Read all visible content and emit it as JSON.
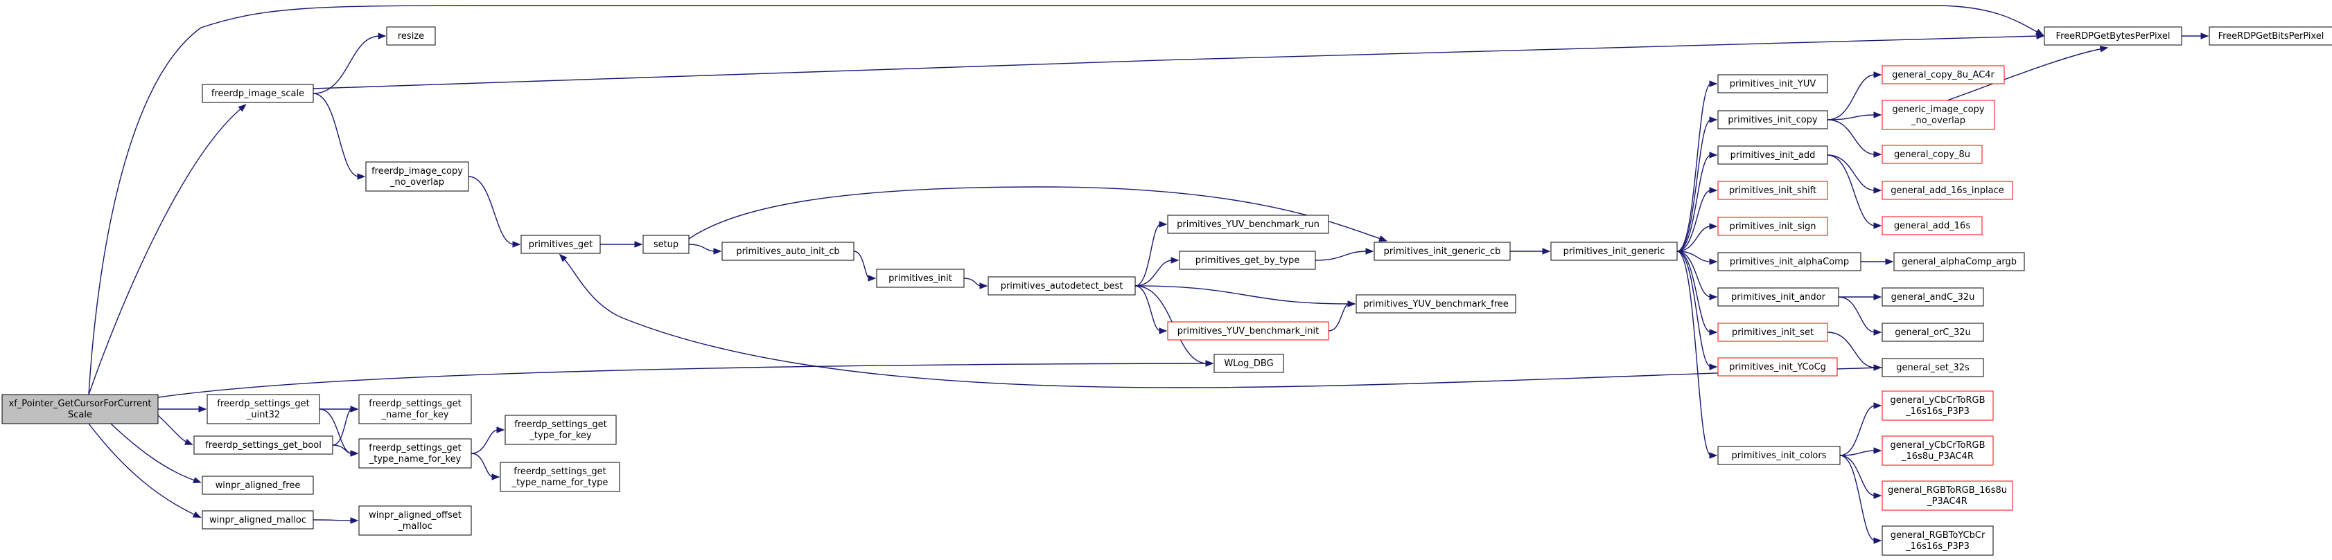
{
  "nodes": [
    {
      "id": "root",
      "label": [
        "xf_Pointer_GetCursorForCurrent",
        "Scale"
      ],
      "style": "root"
    },
    {
      "id": "freerdp_image_scale",
      "label": [
        "freerdp_image_scale"
      ],
      "style": "normal"
    },
    {
      "id": "resize",
      "label": [
        "resize"
      ],
      "style": "normal"
    },
    {
      "id": "freerdp_image_copy_no_overlap",
      "label": [
        "freerdp_image_copy",
        "_no_overlap"
      ],
      "style": "normal"
    },
    {
      "id": "primitives_get",
      "label": [
        "primitives_get"
      ],
      "style": "normal"
    },
    {
      "id": "setup",
      "label": [
        "setup"
      ],
      "style": "normal"
    },
    {
      "id": "primitives_auto_init_cb",
      "label": [
        "primitives_auto_init_cb"
      ],
      "style": "normal"
    },
    {
      "id": "primitives_init",
      "label": [
        "primitives_init"
      ],
      "style": "normal"
    },
    {
      "id": "primitives_autodetect_best",
      "label": [
        "primitives_autodetect_best"
      ],
      "style": "normal"
    },
    {
      "id": "primitives_YUV_benchmark_run",
      "label": [
        "primitives_YUV_benchmark_run"
      ],
      "style": "normal"
    },
    {
      "id": "primitives_get_by_type",
      "label": [
        "primitives_get_by_type"
      ],
      "style": "normal"
    },
    {
      "id": "primitives_YUV_benchmark_init",
      "label": [
        "primitives_YUV_benchmark_init"
      ],
      "style": "red"
    },
    {
      "id": "primitives_YUV_benchmark_free",
      "label": [
        "primitives_YUV_benchmark_free"
      ],
      "style": "normal"
    },
    {
      "id": "WLog_DBG",
      "label": [
        "WLog_DBG"
      ],
      "style": "normal"
    },
    {
      "id": "primitives_init_generic_cb",
      "label": [
        "primitives_init_generic_cb"
      ],
      "style": "normal"
    },
    {
      "id": "primitives_init_generic",
      "label": [
        "primitives_init_generic"
      ],
      "style": "normal"
    },
    {
      "id": "FreeRDPGetBytesPerPixel",
      "label": [
        "FreeRDPGetBytesPerPixel"
      ],
      "style": "normal"
    },
    {
      "id": "FreeRDPGetBitsPerPixel",
      "label": [
        "FreeRDPGetBitsPerPixel"
      ],
      "style": "normal"
    },
    {
      "id": "freerdp_settings_get_uint32",
      "label": [
        "freerdp_settings_get",
        "_uint32"
      ],
      "style": "normal"
    },
    {
      "id": "freerdp_settings_get_bool",
      "label": [
        "freerdp_settings_get_bool"
      ],
      "style": "normal"
    },
    {
      "id": "freerdp_settings_get_name_for_key",
      "label": [
        "freerdp_settings_get",
        "_name_for_key"
      ],
      "style": "normal"
    },
    {
      "id": "freerdp_settings_get_type_name_for_key",
      "label": [
        "freerdp_settings_get",
        "_type_name_for_key"
      ],
      "style": "normal"
    },
    {
      "id": "freerdp_settings_get_type_for_key",
      "label": [
        "freerdp_settings_get",
        "_type_for_key"
      ],
      "style": "normal"
    },
    {
      "id": "freerdp_settings_get_type_name_for_type",
      "label": [
        "freerdp_settings_get",
        "_type_name_for_type"
      ],
      "style": "normal"
    },
    {
      "id": "winpr_aligned_free",
      "label": [
        "winpr_aligned_free"
      ],
      "style": "normal"
    },
    {
      "id": "winpr_aligned_malloc",
      "label": [
        "winpr_aligned_malloc"
      ],
      "style": "normal"
    },
    {
      "id": "winpr_aligned_offset_malloc",
      "label": [
        "winpr_aligned_offset",
        "_malloc"
      ],
      "style": "normal"
    },
    {
      "id": "primitives_init_YUV",
      "label": [
        "primitives_init_YUV"
      ],
      "style": "normal"
    },
    {
      "id": "primitives_init_copy",
      "label": [
        "primitives_init_copy"
      ],
      "style": "normal"
    },
    {
      "id": "primitives_init_add",
      "label": [
        "primitives_init_add"
      ],
      "style": "normal"
    },
    {
      "id": "primitives_init_shift",
      "label": [
        "primitives_init_shift"
      ],
      "style": "red"
    },
    {
      "id": "primitives_init_sign",
      "label": [
        "primitives_init_sign"
      ],
      "style": "red"
    },
    {
      "id": "primitives_init_alphaComp",
      "label": [
        "primitives_init_alphaComp"
      ],
      "style": "normal"
    },
    {
      "id": "primitives_init_andor",
      "label": [
        "primitives_init_andor"
      ],
      "style": "normal"
    },
    {
      "id": "primitives_init_set",
      "label": [
        "primitives_init_set"
      ],
      "style": "red"
    },
    {
      "id": "primitives_init_YCoCg",
      "label": [
        "primitives_init_YCoCg"
      ],
      "style": "red"
    },
    {
      "id": "primitives_init_colors",
      "label": [
        "primitives_init_colors"
      ],
      "style": "normal"
    },
    {
      "id": "general_copy_8u_AC4r",
      "label": [
        "general_copy_8u_AC4r"
      ],
      "style": "red"
    },
    {
      "id": "generic_image_copy_no_overlap",
      "label": [
        "generic_image_copy",
        "_no_overlap"
      ],
      "style": "red"
    },
    {
      "id": "general_copy_8u",
      "label": [
        "general_copy_8u"
      ],
      "style": "red"
    },
    {
      "id": "general_add_16s_inplace",
      "label": [
        "general_add_16s_inplace"
      ],
      "style": "red"
    },
    {
      "id": "general_add_16s",
      "label": [
        "general_add_16s"
      ],
      "style": "red"
    },
    {
      "id": "general_alphaComp_argb",
      "label": [
        "general_alphaComp_argb"
      ],
      "style": "normal"
    },
    {
      "id": "general_andC_32u",
      "label": [
        "general_andC_32u"
      ],
      "style": "normal"
    },
    {
      "id": "general_orC_32u",
      "label": [
        "general_orC_32u"
      ],
      "style": "normal"
    },
    {
      "id": "general_set_32s",
      "label": [
        "general_set_32s"
      ],
      "style": "normal"
    },
    {
      "id": "general_yCbCrToRGB_16s16s_P3P3",
      "label": [
        "general_yCbCrToRGB",
        "_16s16s_P3P3"
      ],
      "style": "red"
    },
    {
      "id": "general_yCbCrToRGB_16s8u_P3AC4R",
      "label": [
        "general_yCbCrToRGB",
        "_16s8u_P3AC4R"
      ],
      "style": "red"
    },
    {
      "id": "general_RGBToRGB_16s8u_P3AC4R",
      "label": [
        "general_RGBToRGB_16s8u",
        "_P3AC4R"
      ],
      "style": "red"
    },
    {
      "id": "general_RGBToYCbCr_16s16s_P3P3",
      "label": [
        "general_RGBToYCbCr",
        "_16s16s_P3P3"
      ],
      "style": "normal"
    }
  ],
  "edges": [
    [
      "root",
      "freerdp_image_scale"
    ],
    [
      "root",
      "FreeRDPGetBytesPerPixel"
    ],
    [
      "root",
      "WLog_DBG"
    ],
    [
      "root",
      "freerdp_settings_get_uint32"
    ],
    [
      "root",
      "freerdp_settings_get_bool"
    ],
    [
      "root",
      "winpr_aligned_free"
    ],
    [
      "root",
      "winpr_aligned_malloc"
    ],
    [
      "freerdp_image_scale",
      "resize"
    ],
    [
      "freerdp_image_scale",
      "FreeRDPGetBytesPerPixel"
    ],
    [
      "freerdp_image_scale",
      "freerdp_image_copy_no_overlap"
    ],
    [
      "freerdp_image_copy_no_overlap",
      "primitives_get"
    ],
    [
      "primitives_get",
      "setup"
    ],
    [
      "setup",
      "primitives_auto_init_cb"
    ],
    [
      "setup",
      "primitives_init_generic_cb"
    ],
    [
      "primitives_auto_init_cb",
      "primitives_init"
    ],
    [
      "primitives_init",
      "primitives_autodetect_best"
    ],
    [
      "primitives_autodetect_best",
      "primitives_YUV_benchmark_run"
    ],
    [
      "primitives_autodetect_best",
      "primitives_get_by_type"
    ],
    [
      "primitives_autodetect_best",
      "primitives_YUV_benchmark_free"
    ],
    [
      "primitives_autodetect_best",
      "primitives_YUV_benchmark_init"
    ],
    [
      "primitives_autodetect_best",
      "WLog_DBG"
    ],
    [
      "primitives_get_by_type",
      "primitives_init_generic_cb"
    ],
    [
      "primitives_YUV_benchmark_init",
      "primitives_YUV_benchmark_free"
    ],
    [
      "primitives_init_generic_cb",
      "primitives_init_generic"
    ],
    [
      "primitives_init_generic",
      "primitives_init_YUV"
    ],
    [
      "primitives_init_generic",
      "primitives_init_copy"
    ],
    [
      "primitives_init_generic",
      "primitives_init_add"
    ],
    [
      "primitives_init_generic",
      "primitives_init_shift"
    ],
    [
      "primitives_init_generic",
      "primitives_init_sign"
    ],
    [
      "primitives_init_generic",
      "primitives_init_alphaComp"
    ],
    [
      "primitives_init_generic",
      "primitives_init_andor"
    ],
    [
      "primitives_init_generic",
      "primitives_init_set"
    ],
    [
      "primitives_init_generic",
      "primitives_init_YCoCg"
    ],
    [
      "primitives_init_generic",
      "primitives_init_colors"
    ],
    [
      "primitives_init_copy",
      "general_copy_8u_AC4r"
    ],
    [
      "primitives_init_copy",
      "generic_image_copy_no_overlap"
    ],
    [
      "primitives_init_copy",
      "general_copy_8u"
    ],
    [
      "generic_image_copy_no_overlap",
      "FreeRDPGetBytesPerPixel"
    ],
    [
      "primitives_init_add",
      "general_add_16s_inplace"
    ],
    [
      "primitives_init_add",
      "general_add_16s"
    ],
    [
      "primitives_init_alphaComp",
      "general_alphaComp_argb"
    ],
    [
      "primitives_init_andor",
      "general_andC_32u"
    ],
    [
      "primitives_init_andor",
      "general_orC_32u"
    ],
    [
      "primitives_init_set",
      "general_set_32s"
    ],
    [
      "general_set_32s",
      "primitives_get"
    ],
    [
      "primitives_init_colors",
      "general_yCbCrToRGB_16s16s_P3P3"
    ],
    [
      "primitives_init_colors",
      "general_yCbCrToRGB_16s8u_P3AC4R"
    ],
    [
      "primitives_init_colors",
      "general_RGBToRGB_16s8u_P3AC4R"
    ],
    [
      "primitives_init_colors",
      "general_RGBToYCbCr_16s16s_P3P3"
    ],
    [
      "FreeRDPGetBytesPerPixel",
      "FreeRDPGetBitsPerPixel"
    ],
    [
      "freerdp_settings_get_uint32",
      "freerdp_settings_get_name_for_key"
    ],
    [
      "freerdp_settings_get_uint32",
      "freerdp_settings_get_type_name_for_key"
    ],
    [
      "freerdp_settings_get_bool",
      "freerdp_settings_get_name_for_key"
    ],
    [
      "freerdp_settings_get_bool",
      "freerdp_settings_get_type_name_for_key"
    ],
    [
      "freerdp_settings_get_type_name_for_key",
      "freerdp_settings_get_type_for_key"
    ],
    [
      "freerdp_settings_get_type_name_for_key",
      "freerdp_settings_get_type_name_for_type"
    ],
    [
      "winpr_aligned_malloc",
      "winpr_aligned_offset_malloc"
    ]
  ],
  "colors": {
    "edge": "#191970",
    "border_normal": "#000000",
    "border_red": "#ff0000",
    "root_fill": "#bfbfbf",
    "node_fill": "#ffffff",
    "text": "#000000"
  }
}
